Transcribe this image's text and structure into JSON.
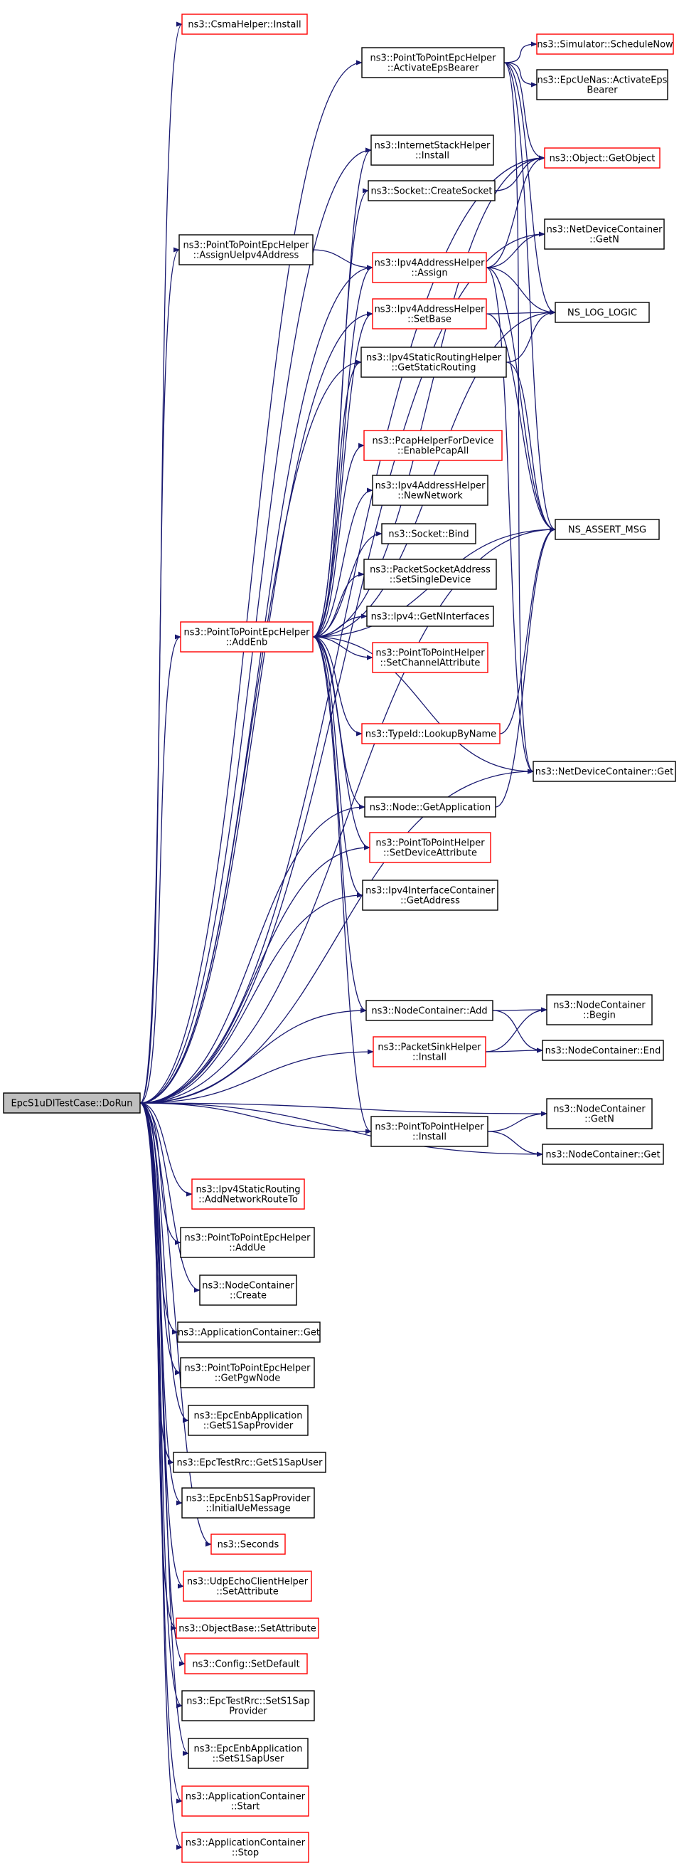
{
  "colors": {
    "edge": "#191970",
    "node_border_linked": "#000000",
    "node_border_truncated": "#ff0000",
    "root_fill": "#bfbfbf",
    "background": "#ffffff"
  },
  "nodes": [
    {
      "id": "dorun",
      "lines": [
        "EpcS1uDlTestCase::DoRun"
      ],
      "kind": "root"
    },
    {
      "id": "csmainstall",
      "lines": [
        "ns3::CsmaHelper::Install"
      ],
      "kind": "truncated"
    },
    {
      "id": "activateeps",
      "lines": [
        "ns3::PointToPointEpcHelper",
        "::ActivateEpsBearer"
      ],
      "kind": "linked"
    },
    {
      "id": "schedulenow",
      "lines": [
        "ns3::Simulator::ScheduleNow"
      ],
      "kind": "truncated"
    },
    {
      "id": "uenasactivate",
      "lines": [
        "ns3::EpcUeNas::ActivateEps",
        "Bearer"
      ],
      "kind": "linked"
    },
    {
      "id": "getobject",
      "lines": [
        "ns3::Object::GetObject"
      ],
      "kind": "truncated"
    },
    {
      "id": "inetinstall",
      "lines": [
        "ns3::InternetStackHelper",
        "::Install"
      ],
      "kind": "linked"
    },
    {
      "id": "createsocket",
      "lines": [
        "ns3::Socket::CreateSocket"
      ],
      "kind": "linked"
    },
    {
      "id": "ndcgetn",
      "lines": [
        "ns3::NetDeviceContainer",
        "::GetN"
      ],
      "kind": "linked"
    },
    {
      "id": "assignue",
      "lines": [
        "ns3::PointToPointEpcHelper",
        "::AssignUeIpv4Address"
      ],
      "kind": "linked"
    },
    {
      "id": "ipv4assign",
      "lines": [
        "ns3::Ipv4AddressHelper",
        "::Assign"
      ],
      "kind": "truncated"
    },
    {
      "id": "nslog",
      "lines": [
        "NS_LOG_LOGIC"
      ],
      "kind": "linked"
    },
    {
      "id": "ipv4setbase",
      "lines": [
        "ns3::Ipv4AddressHelper",
        "::SetBase"
      ],
      "kind": "truncated"
    },
    {
      "id": "getstatic",
      "lines": [
        "ns3::Ipv4StaticRoutingHelper",
        "::GetStaticRouting"
      ],
      "kind": "linked"
    },
    {
      "id": "pcapall",
      "lines": [
        "ns3::PcapHelperForDevice",
        "::EnablePcapAll"
      ],
      "kind": "truncated"
    },
    {
      "id": "newnetwork",
      "lines": [
        "ns3::Ipv4AddressHelper",
        "::NewNetwork"
      ],
      "kind": "linked"
    },
    {
      "id": "nsassert",
      "lines": [
        "NS_ASSERT_MSG"
      ],
      "kind": "linked"
    },
    {
      "id": "socketbind",
      "lines": [
        "ns3::Socket::Bind"
      ],
      "kind": "linked"
    },
    {
      "id": "setsingle",
      "lines": [
        "ns3::PacketSocketAddress",
        "::SetSingleDevice"
      ],
      "kind": "linked"
    },
    {
      "id": "addenb",
      "lines": [
        "ns3::PointToPointEpcHelper",
        "::AddEnb"
      ],
      "kind": "truncated"
    },
    {
      "id": "getninterfaces",
      "lines": [
        "ns3::Ipv4::GetNInterfaces"
      ],
      "kind": "linked"
    },
    {
      "id": "setchannel",
      "lines": [
        "ns3::PointToPointHelper",
        "::SetChannelAttribute"
      ],
      "kind": "truncated"
    },
    {
      "id": "lookupbyname",
      "lines": [
        "ns3::TypeId::LookupByName"
      ],
      "kind": "truncated"
    },
    {
      "id": "ndcget",
      "lines": [
        "ns3::NetDeviceContainer::Get"
      ],
      "kind": "linked"
    },
    {
      "id": "nodegetapp",
      "lines": [
        "ns3::Node::GetApplication"
      ],
      "kind": "linked"
    },
    {
      "id": "setdevice",
      "lines": [
        "ns3::PointToPointHelper",
        "::SetDeviceAttribute"
      ],
      "kind": "truncated"
    },
    {
      "id": "ipv4getaddr",
      "lines": [
        "ns3::Ipv4InterfaceContainer",
        "::GetAddress"
      ],
      "kind": "linked"
    },
    {
      "id": "ncadd",
      "lines": [
        "ns3::NodeContainer::Add"
      ],
      "kind": "linked"
    },
    {
      "id": "ncbegin",
      "lines": [
        "ns3::NodeContainer",
        "::Begin"
      ],
      "kind": "linked"
    },
    {
      "id": "sinkinstall",
      "lines": [
        "ns3::PacketSinkHelper",
        "::Install"
      ],
      "kind": "truncated"
    },
    {
      "id": "ncend",
      "lines": [
        "ns3::NodeContainer::End"
      ],
      "kind": "linked"
    },
    {
      "id": "ncgetn",
      "lines": [
        "ns3::NodeContainer",
        "::GetN"
      ],
      "kind": "linked"
    },
    {
      "id": "p2pinstall",
      "lines": [
        "ns3::PointToPointHelper",
        "::Install"
      ],
      "kind": "linked"
    },
    {
      "id": "ncget",
      "lines": [
        "ns3::NodeContainer::Get"
      ],
      "kind": "linked"
    },
    {
      "id": "addnetroute",
      "lines": [
        "ns3::Ipv4StaticRouting",
        "::AddNetworkRouteTo"
      ],
      "kind": "truncated"
    },
    {
      "id": "addue",
      "lines": [
        "ns3::PointToPointEpcHelper",
        "::AddUe"
      ],
      "kind": "linked"
    },
    {
      "id": "nccreate",
      "lines": [
        "ns3::NodeContainer",
        "::Create"
      ],
      "kind": "linked"
    },
    {
      "id": "appcontget",
      "lines": [
        "ns3::ApplicationContainer::Get"
      ],
      "kind": "linked"
    },
    {
      "id": "getpgw",
      "lines": [
        "ns3::PointToPointEpcHelper",
        "::GetPgwNode"
      ],
      "kind": "linked"
    },
    {
      "id": "gets1sapprov",
      "lines": [
        "ns3::EpcEnbApplication",
        "::GetS1SapProvider"
      ],
      "kind": "linked"
    },
    {
      "id": "gets1sapuser",
      "lines": [
        "ns3::EpcTestRrc::GetS1SapUser"
      ],
      "kind": "linked"
    },
    {
      "id": "initialue",
      "lines": [
        "ns3::EpcEnbS1SapProvider",
        "::InitialUeMessage"
      ],
      "kind": "linked"
    },
    {
      "id": "seconds",
      "lines": [
        "ns3::Seconds"
      ],
      "kind": "truncated"
    },
    {
      "id": "udpsetattr",
      "lines": [
        "ns3::UdpEchoClientHelper",
        "::SetAttribute"
      ],
      "kind": "truncated"
    },
    {
      "id": "objsetattr",
      "lines": [
        "ns3::ObjectBase::SetAttribute"
      ],
      "kind": "truncated"
    },
    {
      "id": "configdefault",
      "lines": [
        "ns3::Config::SetDefault"
      ],
      "kind": "truncated"
    },
    {
      "id": "sets1sapprov",
      "lines": [
        "ns3::EpcTestRrc::SetS1Sap",
        "Provider"
      ],
      "kind": "linked"
    },
    {
      "id": "sets1sapuser",
      "lines": [
        "ns3::EpcEnbApplication",
        "::SetS1SapUser"
      ],
      "kind": "linked"
    },
    {
      "id": "appstart",
      "lines": [
        "ns3::ApplicationContainer",
        "::Start"
      ],
      "kind": "truncated"
    },
    {
      "id": "appstop",
      "lines": [
        "ns3::ApplicationContainer",
        "::Stop"
      ],
      "kind": "truncated"
    }
  ],
  "edges": [
    [
      "dorun",
      "csmainstall"
    ],
    [
      "dorun",
      "activateeps"
    ],
    [
      "dorun",
      "getobject"
    ],
    [
      "dorun",
      "inetinstall"
    ],
    [
      "dorun",
      "ndcgetn"
    ],
    [
      "dorun",
      "assignue"
    ],
    [
      "dorun",
      "ipv4assign"
    ],
    [
      "dorun",
      "ipv4setbase"
    ],
    [
      "dorun",
      "getstatic"
    ],
    [
      "dorun",
      "addenb"
    ],
    [
      "dorun",
      "nodegetapp"
    ],
    [
      "dorun",
      "setdevice"
    ],
    [
      "dorun",
      "ipv4getaddr"
    ],
    [
      "dorun",
      "nsassert"
    ],
    [
      "dorun",
      "ndcget"
    ],
    [
      "dorun",
      "ncadd"
    ],
    [
      "dorun",
      "sinkinstall"
    ],
    [
      "dorun",
      "ncgetn"
    ],
    [
      "dorun",
      "p2pinstall"
    ],
    [
      "dorun",
      "ncget"
    ],
    [
      "dorun",
      "addnetroute"
    ],
    [
      "dorun",
      "addue"
    ],
    [
      "dorun",
      "nccreate"
    ],
    [
      "dorun",
      "appcontget"
    ],
    [
      "dorun",
      "getpgw"
    ],
    [
      "dorun",
      "gets1sapprov"
    ],
    [
      "dorun",
      "gets1sapuser"
    ],
    [
      "dorun",
      "initialue"
    ],
    [
      "dorun",
      "seconds"
    ],
    [
      "dorun",
      "udpsetattr"
    ],
    [
      "dorun",
      "objsetattr"
    ],
    [
      "dorun",
      "configdefault"
    ],
    [
      "dorun",
      "sets1sapprov"
    ],
    [
      "dorun",
      "sets1sapuser"
    ],
    [
      "dorun",
      "appstart"
    ],
    [
      "dorun",
      "appstop"
    ],
    [
      "activateeps",
      "schedulenow"
    ],
    [
      "activateeps",
      "uenasactivate"
    ],
    [
      "activateeps",
      "getobject"
    ],
    [
      "activateeps",
      "nsassert"
    ],
    [
      "activateeps",
      "nslog"
    ],
    [
      "activateeps",
      "ndcget"
    ],
    [
      "createsocket",
      "getobject"
    ],
    [
      "assignue",
      "ipv4assign"
    ],
    [
      "ipv4assign",
      "getobject"
    ],
    [
      "ipv4assign",
      "ndcgetn"
    ],
    [
      "ipv4assign",
      "nslog"
    ],
    [
      "ipv4assign",
      "nsassert"
    ],
    [
      "ipv4assign",
      "ndcget"
    ],
    [
      "ipv4setbase",
      "nslog"
    ],
    [
      "ipv4setbase",
      "nsassert"
    ],
    [
      "getstatic",
      "nslog"
    ],
    [
      "getstatic",
      "nsassert"
    ],
    [
      "addenb",
      "inetinstall"
    ],
    [
      "addenb",
      "createsocket"
    ],
    [
      "addenb",
      "getobject"
    ],
    [
      "addenb",
      "ipv4assign"
    ],
    [
      "addenb",
      "ipv4setbase"
    ],
    [
      "addenb",
      "getstatic"
    ],
    [
      "addenb",
      "pcapall"
    ],
    [
      "addenb",
      "newnetwork"
    ],
    [
      "addenb",
      "socketbind"
    ],
    [
      "addenb",
      "setsingle"
    ],
    [
      "addenb",
      "getninterfaces"
    ],
    [
      "addenb",
      "setchannel"
    ],
    [
      "addenb",
      "lookupbyname"
    ],
    [
      "addenb",
      "ndcget"
    ],
    [
      "addenb",
      "nodegetapp"
    ],
    [
      "addenb",
      "setdevice"
    ],
    [
      "addenb",
      "ipv4getaddr"
    ],
    [
      "addenb",
      "ncadd"
    ],
    [
      "addenb",
      "p2pinstall"
    ],
    [
      "addenb",
      "nsassert"
    ],
    [
      "addenb",
      "nslog"
    ],
    [
      "lookupbyname",
      "nsassert"
    ],
    [
      "nodegetapp",
      "nsassert"
    ],
    [
      "ncadd",
      "ncbegin"
    ],
    [
      "ncadd",
      "ncend"
    ],
    [
      "sinkinstall",
      "ncbegin"
    ],
    [
      "sinkinstall",
      "ncend"
    ],
    [
      "p2pinstall",
      "ncgetn"
    ],
    [
      "p2pinstall",
      "ncget"
    ]
  ]
}
